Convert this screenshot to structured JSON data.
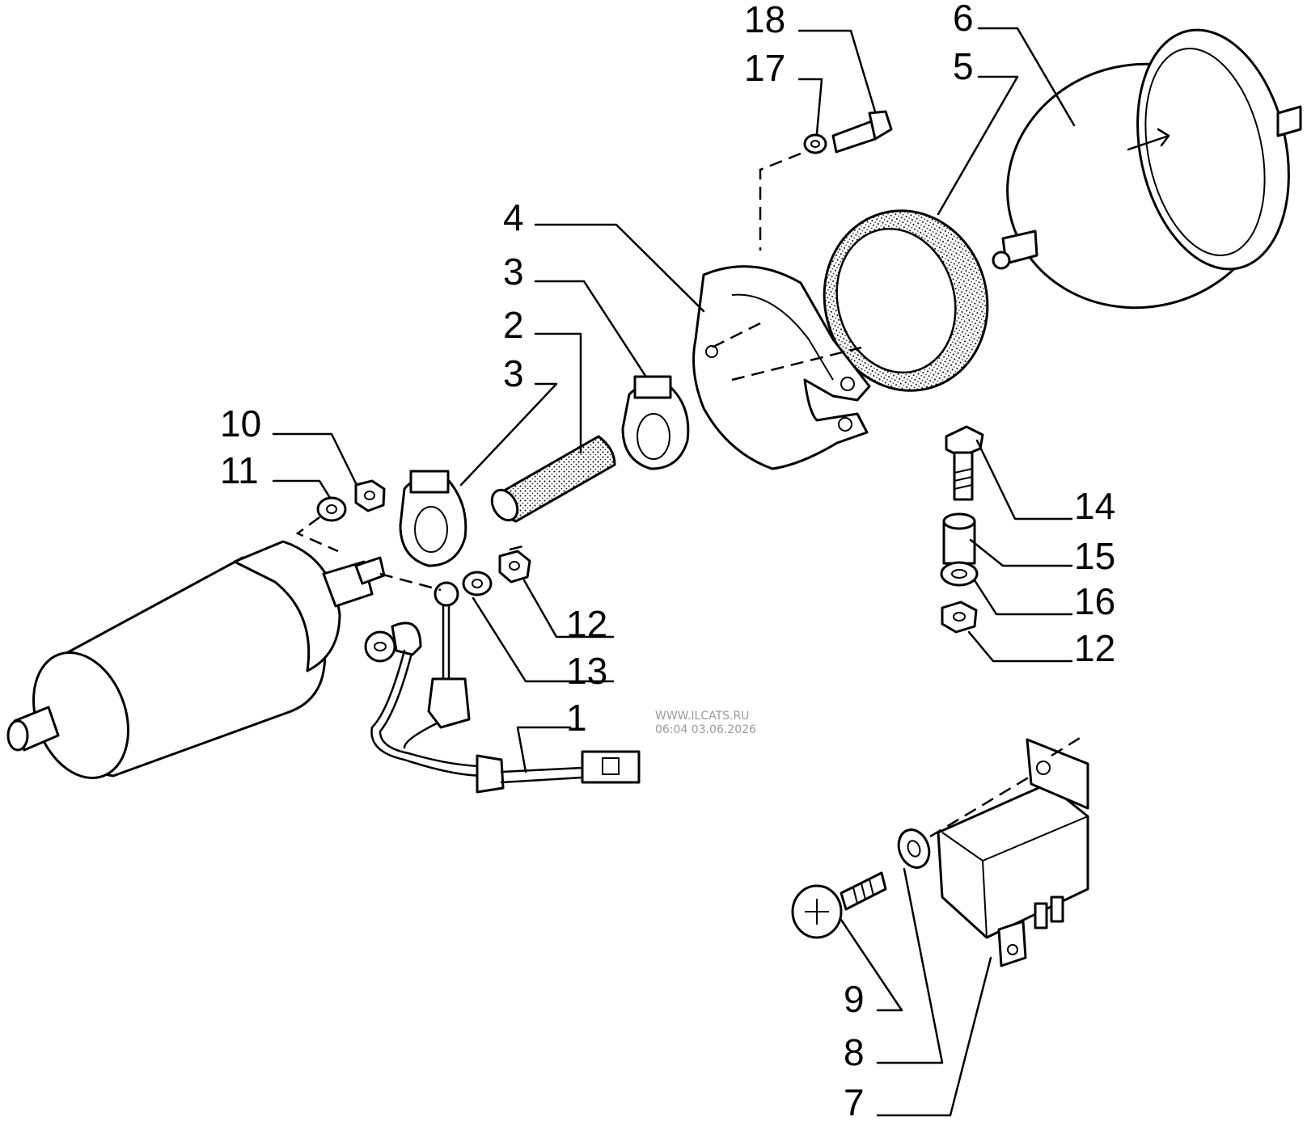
{
  "callouts": [
    {
      "id": "c18",
      "text": "18"
    },
    {
      "id": "c17",
      "text": "17"
    },
    {
      "id": "c6",
      "text": "6"
    },
    {
      "id": "c5",
      "text": "5"
    },
    {
      "id": "c4",
      "text": "4"
    },
    {
      "id": "c3a",
      "text": "3"
    },
    {
      "id": "c2",
      "text": "2"
    },
    {
      "id": "c3b",
      "text": "3"
    },
    {
      "id": "c10",
      "text": "10"
    },
    {
      "id": "c11",
      "text": "11"
    },
    {
      "id": "c14",
      "text": "14"
    },
    {
      "id": "c15",
      "text": "15"
    },
    {
      "id": "c16",
      "text": "16"
    },
    {
      "id": "c12a",
      "text": "12"
    },
    {
      "id": "c12b",
      "text": "12"
    },
    {
      "id": "c13",
      "text": "13"
    },
    {
      "id": "c1",
      "text": "1"
    },
    {
      "id": "c9",
      "text": "9"
    },
    {
      "id": "c8",
      "text": "8"
    },
    {
      "id": "c7",
      "text": "7"
    }
  ],
  "watermark": {
    "line1": "WWW.ILCATS.RU",
    "line2": "06:04 03.06.2026"
  },
  "icons": {
    "pump": "fuel-pump-icon",
    "filter": "fuel-filter-icon",
    "relay": "relay-icon"
  }
}
